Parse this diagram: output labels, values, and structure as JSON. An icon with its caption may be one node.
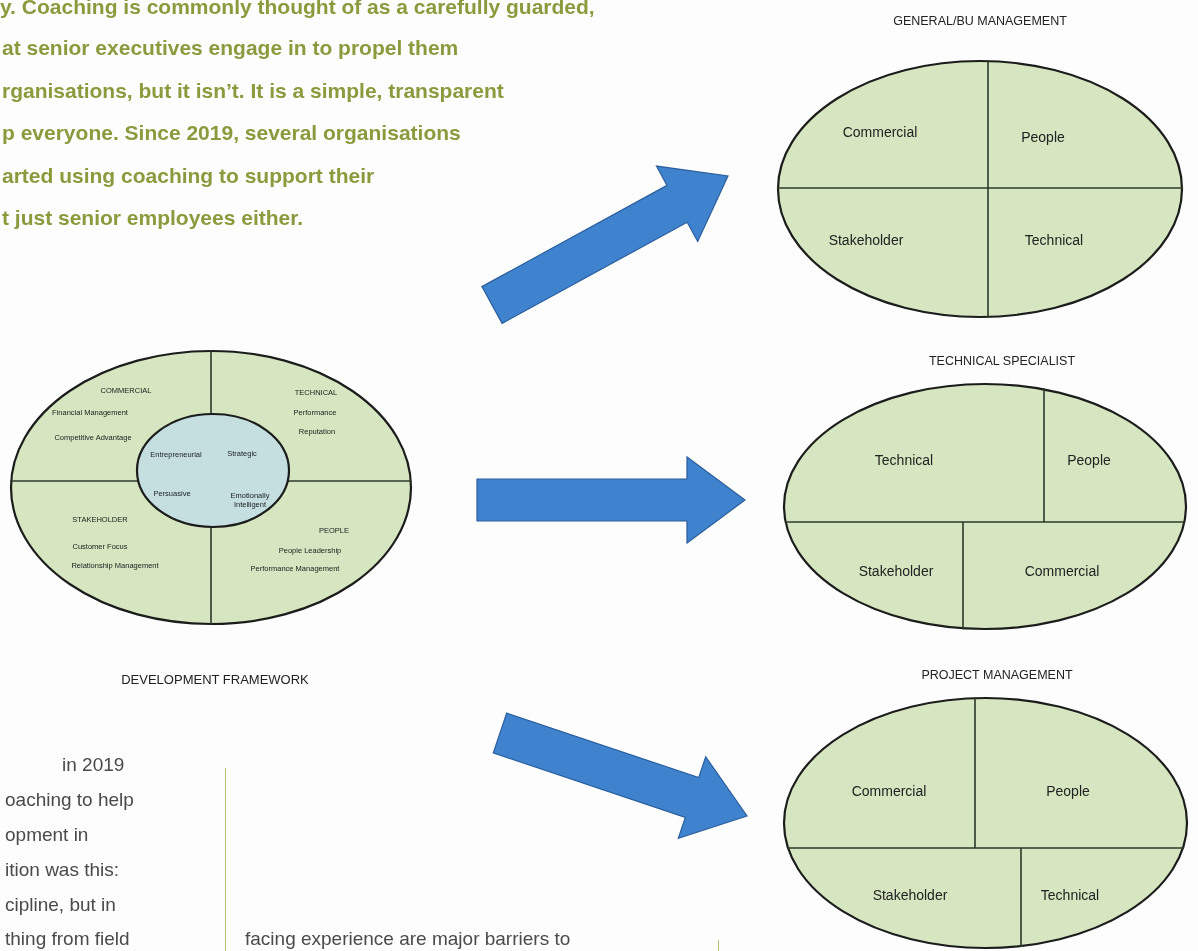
{
  "diagram": {
    "nodes": [
      {
        "text": [
          "COMMERCIAL",
          "Financial Management",
          "Competitive Advantage",
          "TECHNICAL",
          "Performance",
          "Reputation",
          "STAKEHOLDER",
          "Customer Focus",
          "Relationship Management",
          "PEOPLE",
          "People Leadership",
          "Performance Management",
          "DEVELOPMENT FRAMEWORK"
        ]
      },
      {
        "text": [
          "Entrepreneurial",
          "Strategic",
          "Persuasive",
          "Emotionally Intelligent"
        ],
        "in": 0
      },
      {
        "text": [
          "GENERAL/BU MANAGEMENT",
          "Commercial",
          "People",
          "Stakeholder",
          "Technical"
        ]
      },
      {
        "text": [
          "TECHNICAL SPECIALIST",
          "Technical",
          "People",
          "Stakeholder",
          "Commercial"
        ]
      },
      {
        "text": [
          "PROJECT MANAGEMENT",
          "Commercial",
          "People",
          "Stakeholder",
          "Technical"
        ]
      }
    ],
    "edges": [
      {
        "from": 0,
        "to": 2,
        "arrow": "to"
      },
      {
        "from": 0,
        "to": 3,
        "arrow": "to"
      },
      {
        "from": 0,
        "to": 4,
        "arrow": "to"
      }
    ],
    "labels": [
      "y. Coaching is commonly thought of as a carefully guarded,",
      "at senior executives engage in to propel them",
      "rganisations, but it isn’t. It is a simple, transparent",
      "p everyone. Since 2019, several organisations",
      "arted using coaching to support their",
      "t just senior employees either.",
      "in 2019",
      "oaching to help",
      "opment in",
      "ition was this:",
      "cipline, but in",
      "thing from field",
      "facing experience are major barriers to"
    ]
  }
}
